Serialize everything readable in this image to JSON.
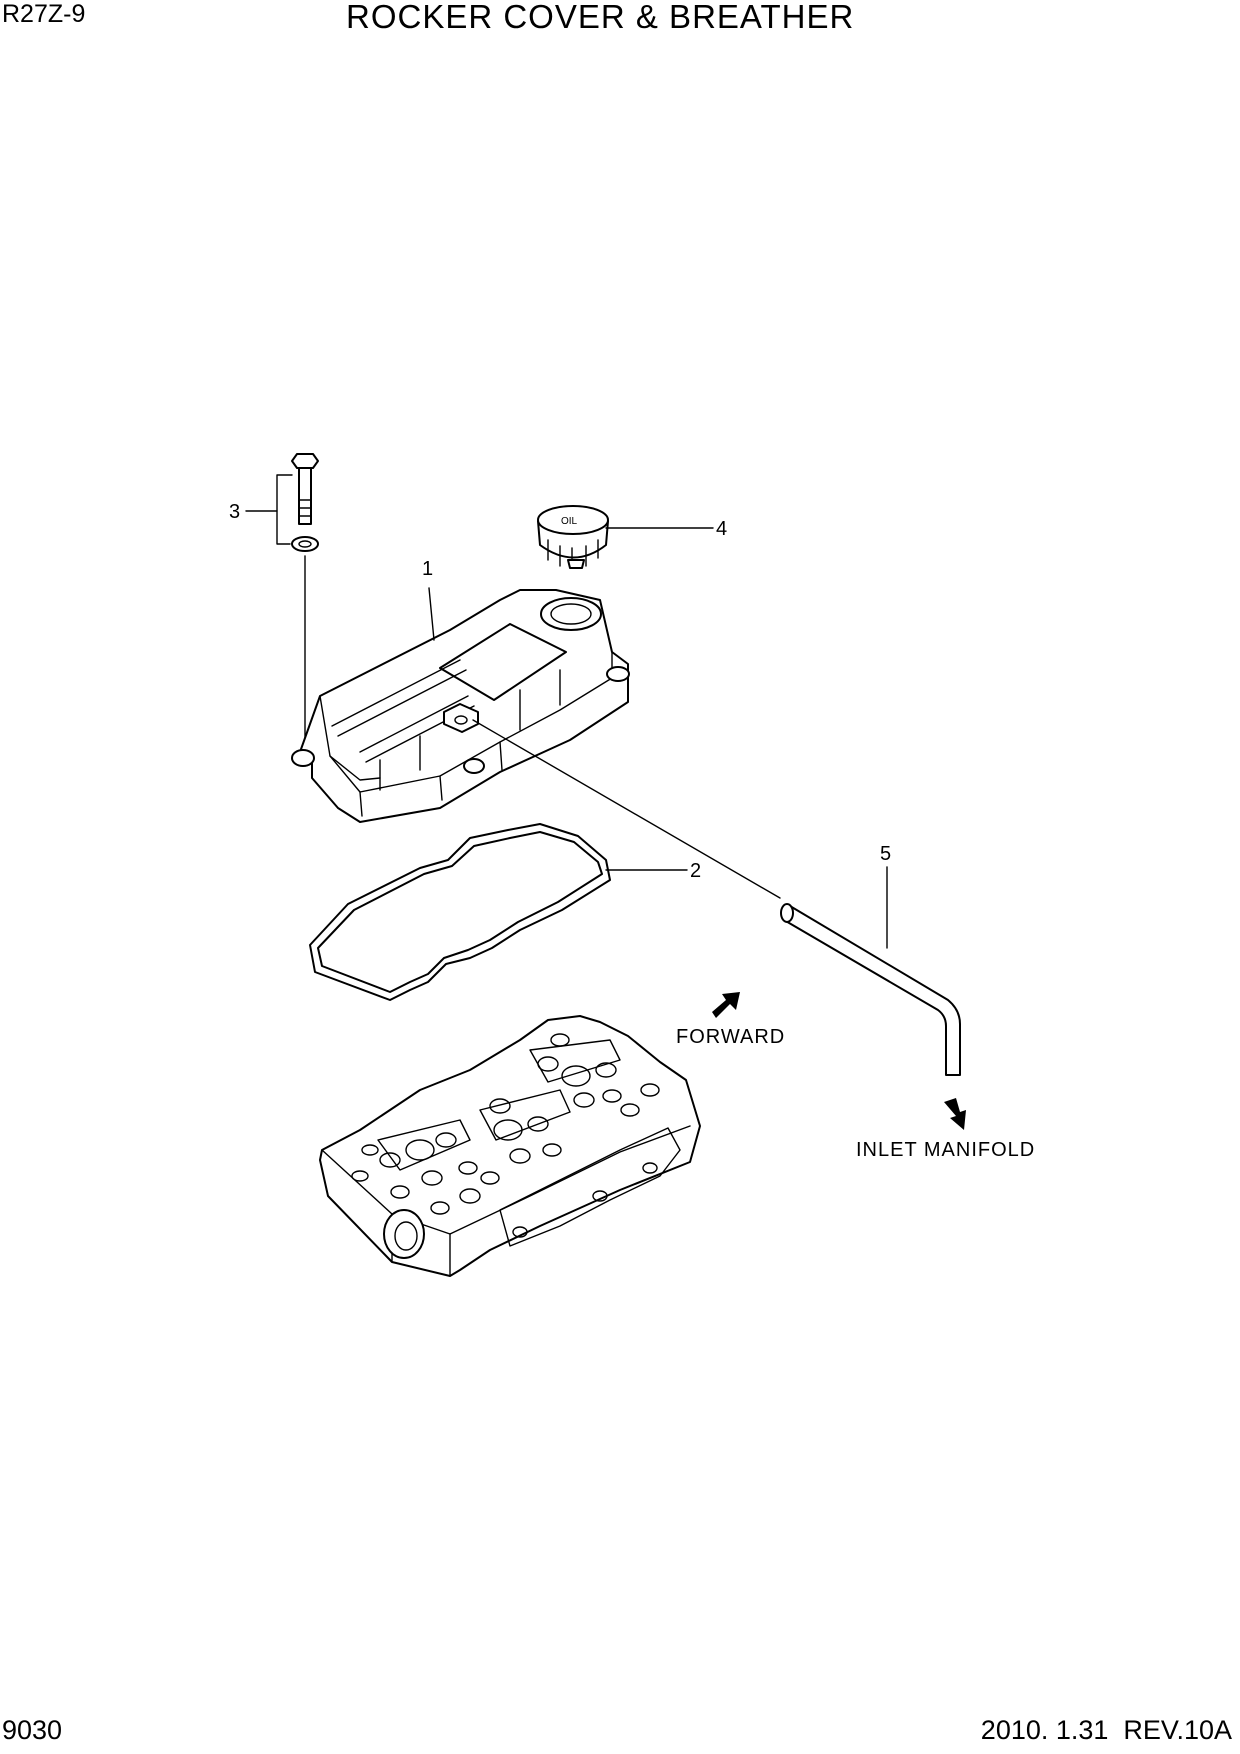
{
  "header": {
    "model": "R27Z-9",
    "title": "ROCKER COVER & BREATHER"
  },
  "footer": {
    "page": "9030",
    "revision": "2010. 1.31  REV.10A"
  },
  "callouts": [
    {
      "number": "1",
      "part": "rocker-cover"
    },
    {
      "number": "2",
      "part": "rocker-cover-gasket"
    },
    {
      "number": "3",
      "part": "bolt-and-washer"
    },
    {
      "number": "4",
      "part": "oil-filler-cap"
    },
    {
      "number": "5",
      "part": "breather-hose"
    }
  ],
  "notes": {
    "forward": "FORWARD",
    "inlet_manifold": "INLET MANIFOLD"
  },
  "oil_cap_text": "OIL"
}
